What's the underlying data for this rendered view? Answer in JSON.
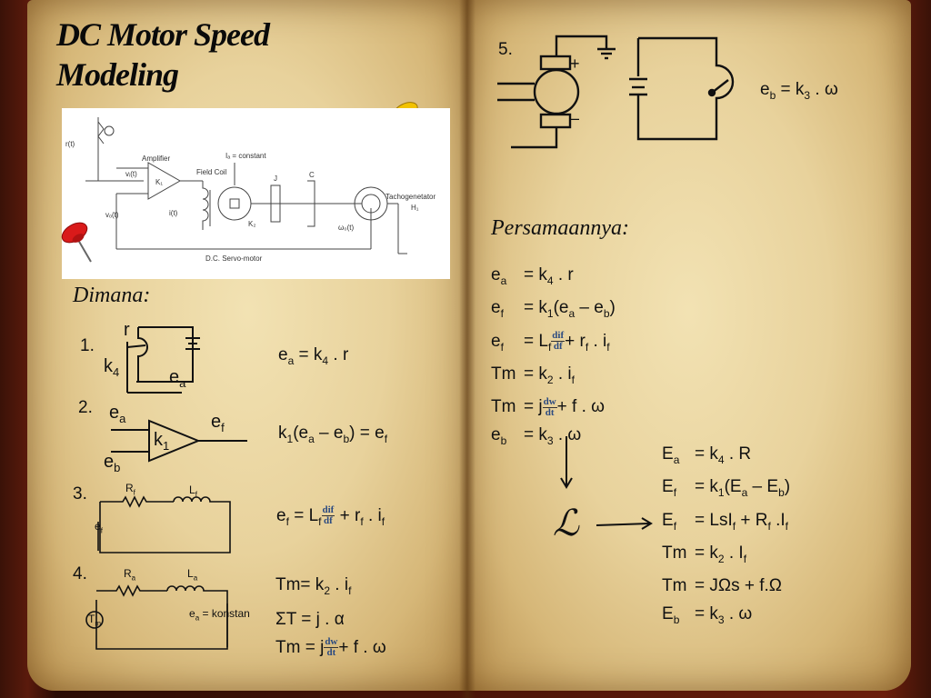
{
  "title_line1": "DC Motor Speed",
  "title_line2": "Modeling",
  "figure": {
    "labels": {
      "rt": "r(t)",
      "amplifier": "Amplifier",
      "vit": "vᵢ(t)",
      "k1": "K₁",
      "vot": "vₒ(t)",
      "field_coil": "Field Coil",
      "it": "i(t)",
      "ia_const": "Iₐ = constant",
      "j": "J",
      "c": "C",
      "k2": "K₂",
      "tacho": "Tachogenetator",
      "h1": "H₁",
      "omega": "ω₀(t)",
      "servo": "D.C. Servo-motor"
    }
  },
  "left": {
    "dimana": "Dimana:",
    "items": [
      {
        "num": "1.",
        "r": "r",
        "k": "k",
        "ksub": "4",
        "e": "e",
        "esub": "a"
      },
      {
        "num": "2.",
        "in1": "e",
        "in1sub": "a",
        "out": "e",
        "outsub": "f",
        "k": "k",
        "ksub": "1",
        "in2": "e",
        "in2sub": "b"
      },
      {
        "num": "3.",
        "R": "R",
        "Rsub": "f",
        "L": "L",
        "Lsub": "f",
        "e": "e",
        "esub": "f"
      },
      {
        "num": "4.",
        "R": "R",
        "Rsub": "a",
        "L": "L",
        "Lsub": "a",
        "T": "T",
        "Tsub": "m",
        "ea_label": "= konstan",
        "ea": "e",
        "easub": "a"
      }
    ],
    "eq1": {
      "a": "e",
      "asub": "a",
      "b": " = k",
      "bsub": "4",
      "c": " . r"
    },
    "eq2": {
      "a": "k",
      "asub": "1",
      "b": "(e",
      "bsub": "a",
      "c": " – e",
      "csub": "b",
      "d": ") = e",
      "dsub": "f"
    },
    "eq3": {
      "a": "e",
      "asub": "f",
      "b": " = L",
      "bsub": "f",
      "frac_top": "dif",
      "frac_bot": "df",
      "c": " + r",
      "csub": "f",
      "d": " . i",
      "dsub": "f"
    },
    "eq4": {
      "l1a": "Tm= k",
      "l1sub": "2",
      "l1b": " . i",
      "l1sub2": "f",
      "l2": "ΣT = j . α",
      "l3a": "Tm = j",
      "frac_top": "dw",
      "frac_bot": "dt",
      "l3b": "+ f . ω"
    }
  },
  "right": {
    "num5": "5.",
    "eb5": {
      "a": "e",
      "asub": "b",
      "b": " = k",
      "bsub": "3",
      "c": " . ω"
    },
    "persamaan": "Persamaannya:",
    "eqs": {
      "r1": {
        "a": "e",
        "asub": "a",
        "b": "= k",
        "bsub": "4",
        "c": " . r"
      },
      "r2": {
        "a": "e",
        "asub": "f",
        "b": "= k",
        "bsub": "1",
        "c": "(e",
        "csub": "a",
        "d": " – e",
        "dsub": "b",
        "e": ")"
      },
      "r3": {
        "a": "e",
        "asub": "f",
        "b": "= L",
        "bsub": "f",
        "frac_top": "dif",
        "frac_bot": "df",
        "c": "+ r",
        "csub": "f",
        "d": " . i",
        "dsub": "f"
      },
      "r4": {
        "a": "Tm",
        "b": "= k",
        "bsub": "2",
        "c": " . i",
        "csub": "f"
      },
      "r5": {
        "a": "Tm",
        "b": "= j",
        "frac_top": "dw",
        "frac_bot": "dt",
        "c": "+ f . ω"
      },
      "r6": {
        "a": "e",
        "asub": "b",
        "b": "= k",
        "bsub": "3",
        "c": " . ω"
      }
    },
    "laplace": "ℒ",
    "transformed": {
      "r1": {
        "a": "E",
        "asub": "a",
        "b": "= k",
        "bsub": "4",
        "c": " . R"
      },
      "r2": {
        "a": "E",
        "asub": "f",
        "b": "= k",
        "bsub": "1",
        "c": "(E",
        "csub": "a",
        "d": " – E",
        "dsub": "b",
        "e": ")"
      },
      "r3": {
        "a": "E",
        "asub": "f",
        "b": "= LsI",
        "bsub": "f",
        "c": "  + R",
        "csub": "f",
        "d": " .I",
        "dsub": "f"
      },
      "r4": {
        "a": "Tm",
        "b": "= k",
        "bsub": "2",
        "c": " . I",
        "csub": "f"
      },
      "r5": {
        "a": "Tm",
        "b": "= JΩs  + f.Ω"
      },
      "r6": {
        "a": "E",
        "asub": "b",
        "b": "= k",
        "bsub": "3",
        "c": " . ω"
      }
    }
  },
  "colors": {
    "pin_yellow": "#f2c200",
    "pin_red": "#d91a1a",
    "frac_blue": "#2b4a80"
  }
}
